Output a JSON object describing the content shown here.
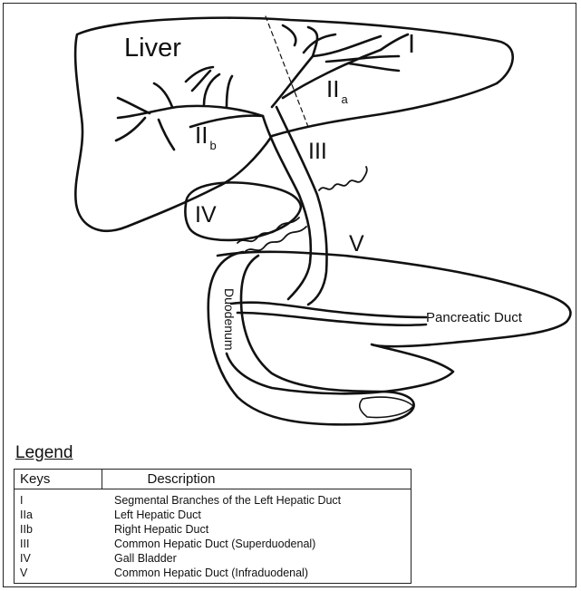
{
  "diagram": {
    "labels": {
      "liver": "Liver",
      "seg_I": "I",
      "seg_IIa_main": "II",
      "seg_IIa_sub": "a",
      "seg_IIb_main": "II",
      "seg_IIb_sub": "b",
      "seg_III": "III",
      "seg_IV": "IV",
      "seg_V": "V",
      "duodenum": "Duodenum",
      "pancreatic_duct": "Pancreatic Duct"
    }
  },
  "legend": {
    "title": "Legend",
    "headers": {
      "keys": "Keys",
      "description": "Description"
    },
    "rows": [
      {
        "key": "I",
        "description": "Segmental Branches of the Left Hepatic Duct"
      },
      {
        "key": "IIa",
        "description": "Left Hepatic Duct"
      },
      {
        "key": "IIb",
        "description": "Right Hepatic Duct"
      },
      {
        "key": "III",
        "description": "Common Hepatic Duct (Superduodenal)"
      },
      {
        "key": "IV",
        "description": "Gall Bladder"
      },
      {
        "key": "V",
        "description": "Common Hepatic Duct (Infraduodenal)"
      }
    ]
  }
}
